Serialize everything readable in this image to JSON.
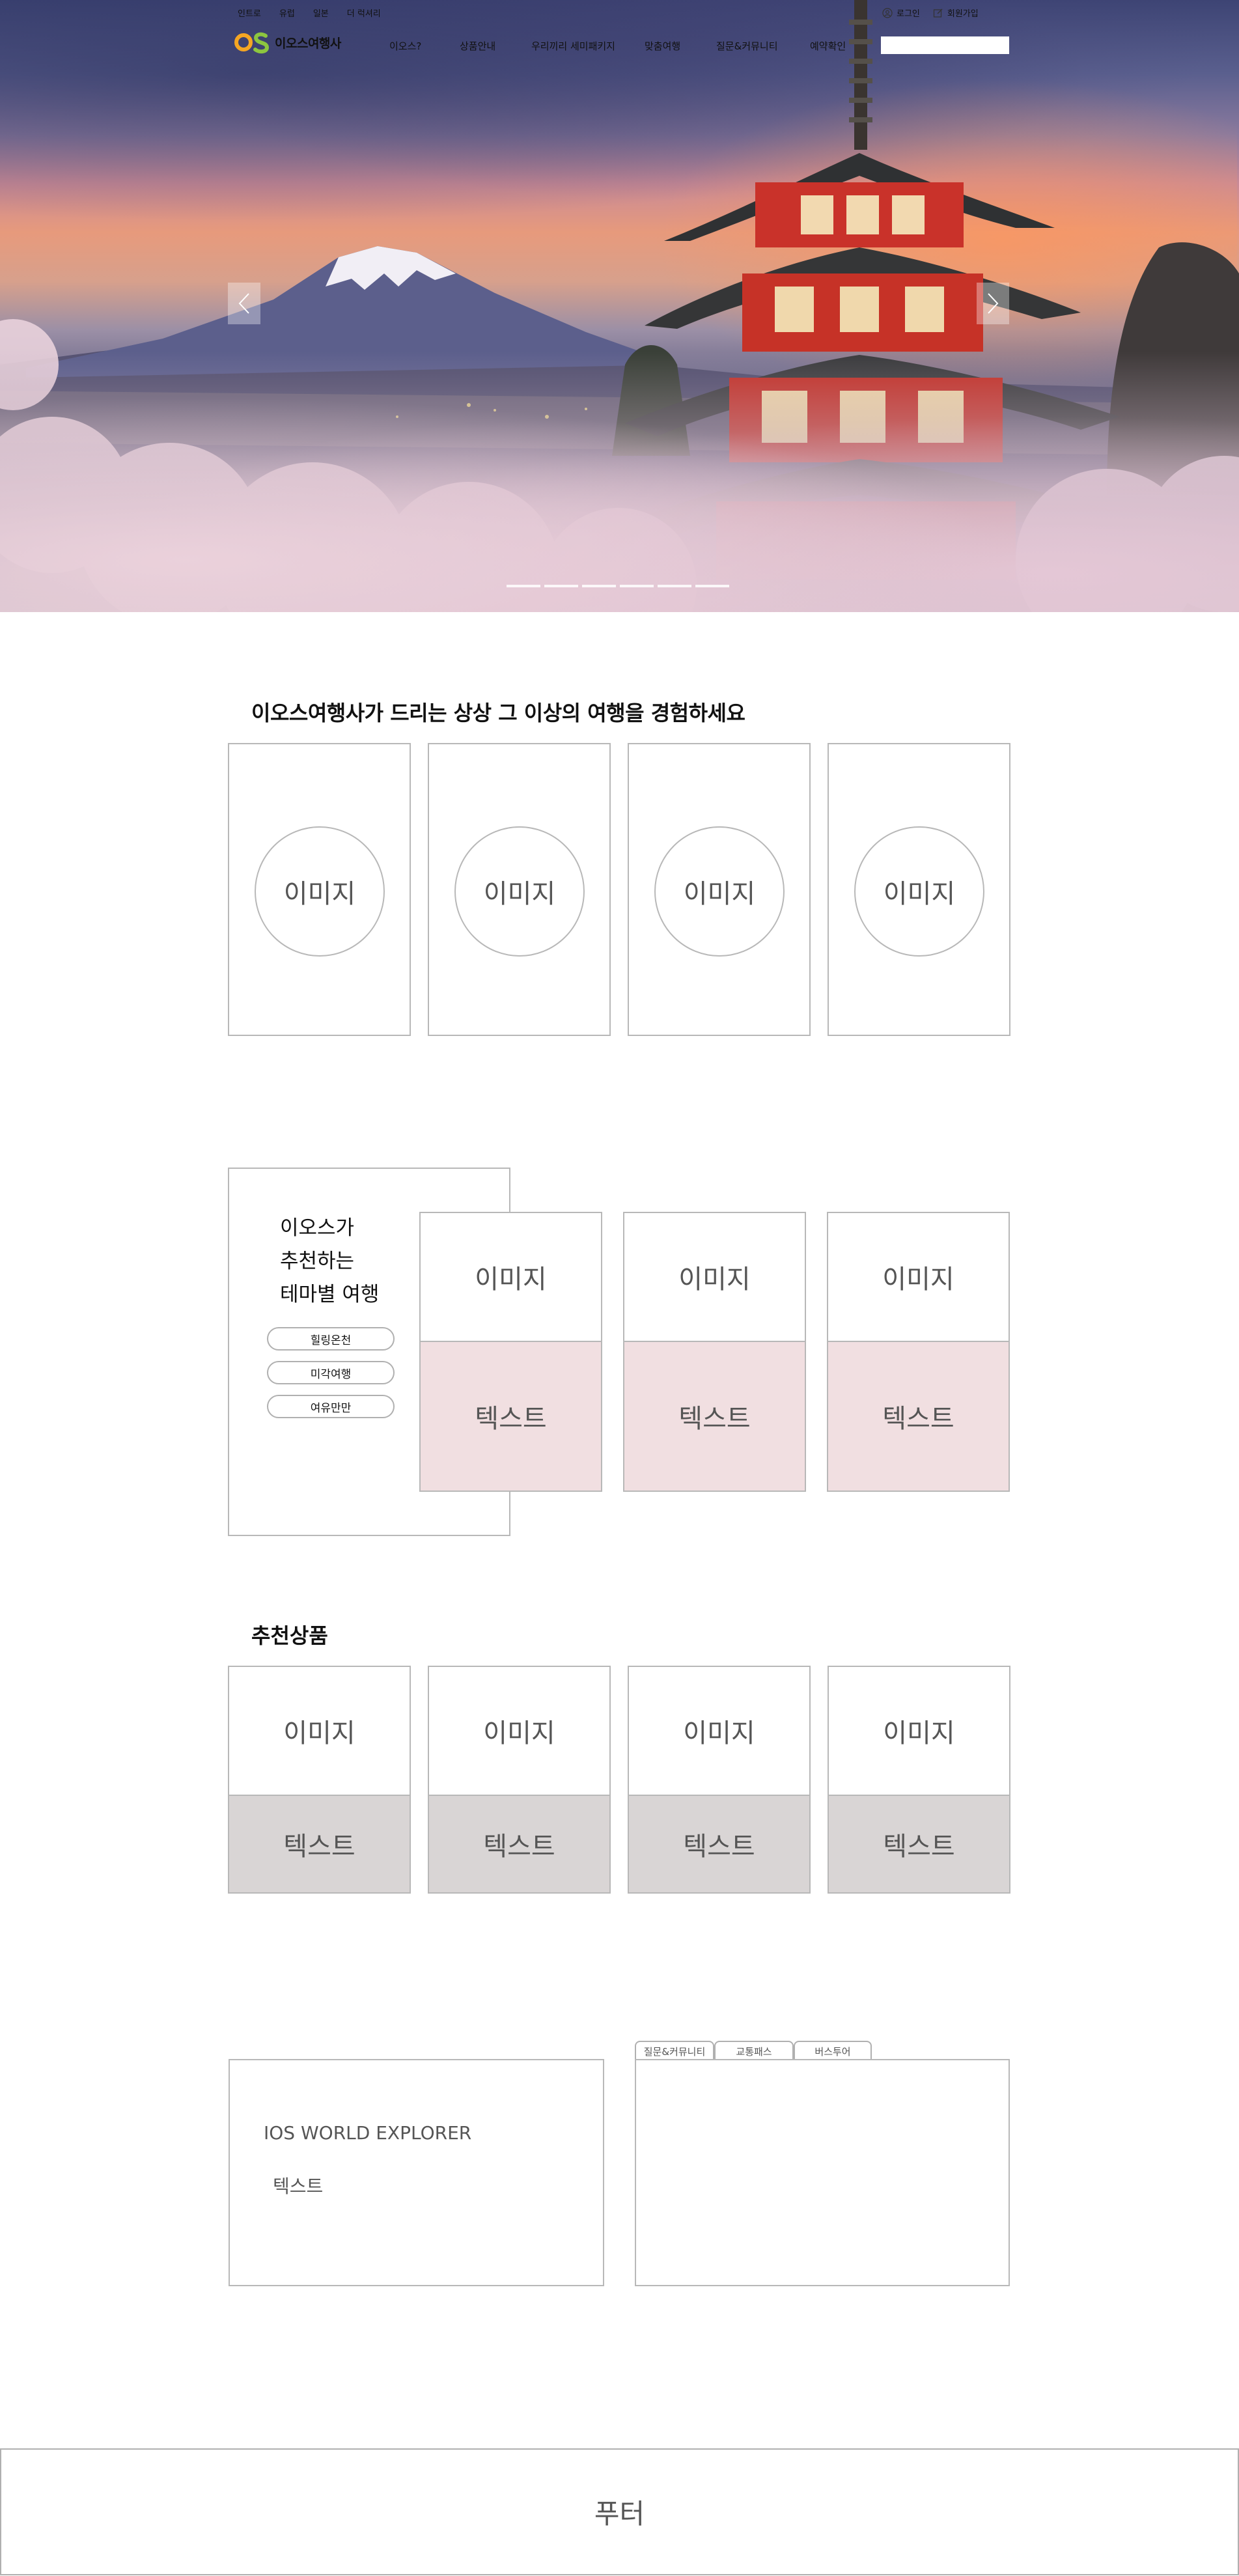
{
  "header": {
    "top_nav": [
      "인트로",
      "유럽",
      "일본",
      "더 럭셔리"
    ],
    "logo_mark": "OS",
    "logo_text": "이오스여행사",
    "main_nav": [
      "이오스?",
      "상품안내",
      "우리끼리 세미패키지",
      "맞춤여행",
      "질문&커뮤니티",
      "예약확인"
    ],
    "login_label": "로그인",
    "signup_label": "회원가입",
    "search_placeholder": ""
  },
  "hero": {
    "slide_count": 6,
    "active_slide": 5
  },
  "section_experience": {
    "title": "이오스여행사가 드리는 상상 그 이상의 여행을 경험하세요",
    "cards": [
      {
        "label": "이미지"
      },
      {
        "label": "이미지"
      },
      {
        "label": "이미지"
      },
      {
        "label": "이미지"
      }
    ]
  },
  "section_theme": {
    "title_lines": [
      "이오스가",
      "추천하는",
      "테마별 여행"
    ],
    "filters": [
      "힐링온천",
      "미각여행",
      "여유만만"
    ],
    "cards": [
      {
        "image": "이미지",
        "text": "텍스트"
      },
      {
        "image": "이미지",
        "text": "텍스트"
      },
      {
        "image": "이미지",
        "text": "텍스트"
      }
    ]
  },
  "section_recommended": {
    "title": "추천상품",
    "cards": [
      {
        "image": "이미지",
        "text": "텍스트"
      },
      {
        "image": "이미지",
        "text": "텍스트"
      },
      {
        "image": "이미지",
        "text": "텍스트"
      },
      {
        "image": "이미지",
        "text": "텍스트"
      }
    ]
  },
  "section_info": {
    "title": "IOS WORLD EXPLORER",
    "text": "텍스트",
    "tabs": [
      "질문&커뮤니티",
      "교통패스",
      "버스투어"
    ]
  },
  "footer": {
    "label": "푸터"
  },
  "colors": {
    "theme_text_bg": "#f1dfe1",
    "product_text_bg": "#d9d5d5",
    "border": "#b8b8b8",
    "logo_green": "#8dc63f",
    "logo_orange": "#f5a623"
  }
}
